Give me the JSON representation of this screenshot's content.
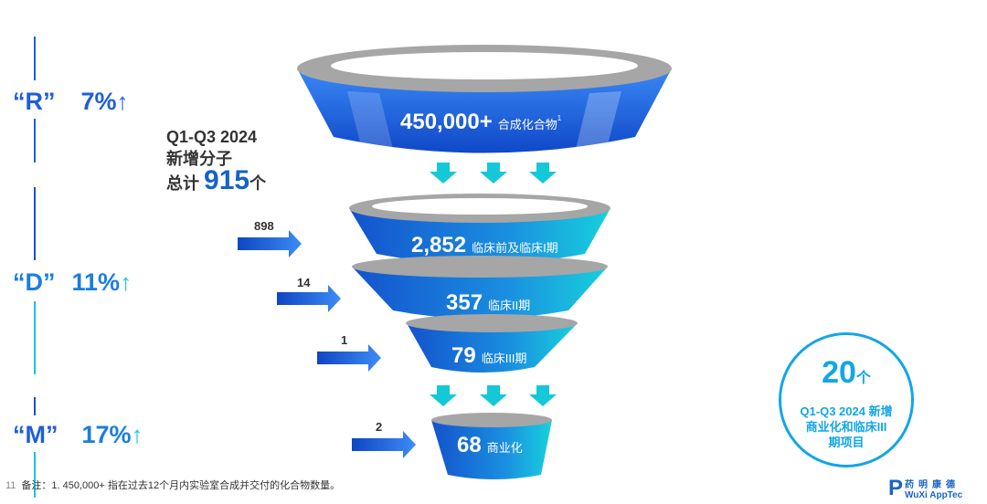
{
  "metrics": [
    {
      "letter": "“R”",
      "percent": "7%",
      "arrow": "↑"
    },
    {
      "letter": "“D”",
      "percent": "11%",
      "arrow": "↑"
    },
    {
      "letter": "“M”",
      "percent": "17%",
      "arrow": "↑"
    }
  ],
  "summary": {
    "line1": "Q1-Q3 2024",
    "line2": "新增分子",
    "total_prefix": "总计",
    "total_value": "915",
    "total_suffix": "个"
  },
  "inflows": [
    "898",
    "14",
    "1",
    "2"
  ],
  "funnel": [
    {
      "value": "450,000+",
      "label": "合成化合物",
      "sup": "1"
    },
    {
      "value": "2,852",
      "label": "临床前及临床I期"
    },
    {
      "value": "357",
      "label": "临床II期"
    },
    {
      "value": "79",
      "label": "临床III期"
    },
    {
      "value": "68",
      "label": "商业化"
    }
  ],
  "circle": {
    "value": "20",
    "unit": "个",
    "line1": "Q1-Q3 2024 新增",
    "line2": "商业化和临床III",
    "line3": "期项目"
  },
  "footnote": {
    "page": "11",
    "text": "备注：1. 450,000+ 指在过去12个月内实验室合成并交付的化合物数量。"
  },
  "logo": {
    "cn": "药明康德",
    "en": "WuXi AppTec"
  },
  "colors": {
    "blue": "#1e5fd8",
    "cyan": "#14c8d8",
    "gray": "#a6a6a6"
  }
}
